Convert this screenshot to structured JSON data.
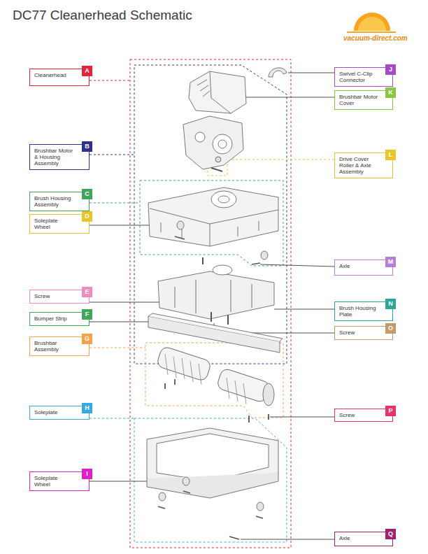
{
  "diagram": {
    "title": "DC77 Cleanerhead Schematic",
    "nodes": [
      {
        "text": [
          "Cleanerhead"
        ]
      },
      {
        "text": [
          "A"
        ],
        "in": 0
      },
      {
        "text": [
          "Swivel C-Clip Connector"
        ]
      },
      {
        "text": [
          "J"
        ],
        "in": 2
      },
      {
        "text": [
          "Brushbar Motor Cover"
        ]
      },
      {
        "text": [
          "K"
        ],
        "in": 4
      },
      {
        "text": [
          "Brushbar Motor & Housing Assembly"
        ]
      },
      {
        "text": [
          "B"
        ],
        "in": 6
      },
      {
        "text": [
          "Drive Cover Roller & Axle Assembly"
        ]
      },
      {
        "text": [
          "L"
        ],
        "in": 8
      },
      {
        "text": [
          "Brush Housing Assembly"
        ]
      },
      {
        "text": [
          "C"
        ],
        "in": 10
      },
      {
        "text": [
          "Soleplate Wheel"
        ]
      },
      {
        "text": [
          "D"
        ],
        "in": 12
      },
      {
        "text": [
          "Axle"
        ]
      },
      {
        "text": [
          "M"
        ],
        "in": 14
      },
      {
        "text": [
          "Screw"
        ]
      },
      {
        "text": [
          "E"
        ],
        "in": 16
      },
      {
        "text": [
          "Brush Housing Plate"
        ]
      },
      {
        "text": [
          "N"
        ],
        "in": 18
      },
      {
        "text": [
          "Bumper Strip"
        ]
      },
      {
        "text": [
          "F"
        ],
        "in": 20
      },
      {
        "text": [
          "Screw"
        ]
      },
      {
        "text": [
          "O"
        ],
        "in": 22
      },
      {
        "text": [
          "Brushbar Assembly"
        ]
      },
      {
        "text": [
          "G"
        ],
        "in": 24
      },
      {
        "text": [
          "Screw"
        ]
      },
      {
        "text": [
          "P"
        ],
        "in": 26
      },
      {
        "text": [
          "Soleplate"
        ]
      },
      {
        "text": [
          "H"
        ],
        "in": 28
      },
      {
        "text": [
          "Soleplate Wheel"
        ]
      },
      {
        "text": [
          "I"
        ],
        "in": 30
      },
      {
        "text": [
          "Axle"
        ]
      },
      {
        "text": [
          "Q"
        ],
        "in": 32
      }
    ],
    "labels": [
      "vacuum-direct.com"
    ]
  }
}
